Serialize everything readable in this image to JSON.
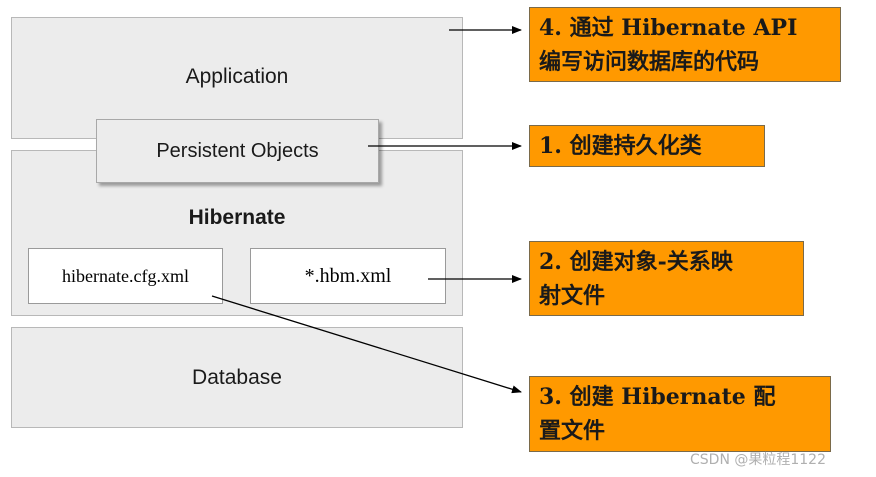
{
  "layers": {
    "application": "Application",
    "persistent_objects": "Persistent Objects",
    "hibernate": "Hibernate",
    "cfg_file": "hibernate.cfg.xml",
    "hbm_file": "*.hbm.xml",
    "database": "Database"
  },
  "notes": {
    "step4": {
      "line1": "4. 通过 Hibernate API",
      "line2": "编写访问数据库的代码"
    },
    "step1": {
      "line1": "1. 创建持久化类"
    },
    "step2": {
      "line1": "2. 创建对象-关系映",
      "line2": "射文件"
    },
    "step3": {
      "line1": "3. 创建 Hibernate 配",
      "line2": "置文件"
    }
  },
  "colors": {
    "note_fill": "#ff9900",
    "layer_fill": "#ececec"
  },
  "watermark": "CSDN @果粒程1122"
}
